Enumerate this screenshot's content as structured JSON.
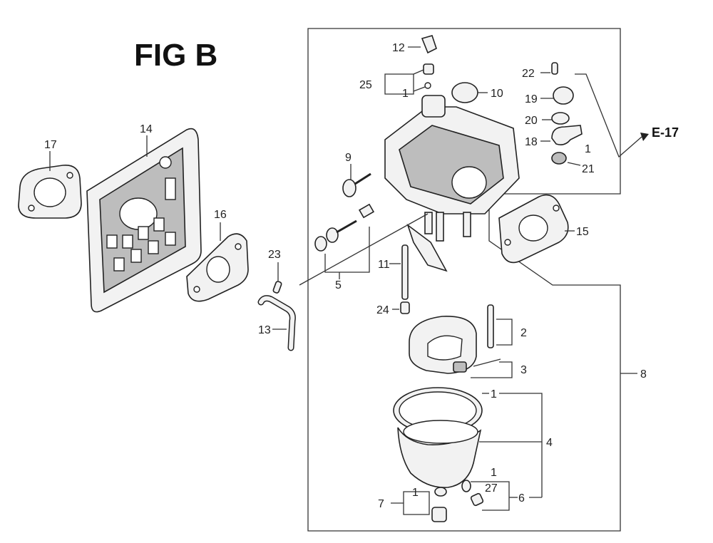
{
  "figure": {
    "title": "FIG B",
    "reference_label": "E-17"
  },
  "callouts": {
    "c1_pilot_screw": "1",
    "c1_washer": "1",
    "c1_float_bowl": "1",
    "c1_drain_screw": "1",
    "c1_bowl_bolt": "1",
    "c2": "2",
    "c3": "3",
    "c4": "4",
    "c5": "5",
    "c6": "6",
    "c7": "7",
    "c8": "8",
    "c9": "9",
    "c10": "10",
    "c11": "11",
    "c12": "12",
    "c13": "13",
    "c14": "14",
    "c15": "15",
    "c16": "16",
    "c17": "17",
    "c18": "18",
    "c19": "19",
    "c20": "20",
    "c21": "21",
    "c22": "22",
    "c23": "23",
    "c24": "24",
    "c25": "25",
    "c27": "27"
  },
  "colors": {
    "ink": "#222222",
    "background": "#ffffff"
  }
}
